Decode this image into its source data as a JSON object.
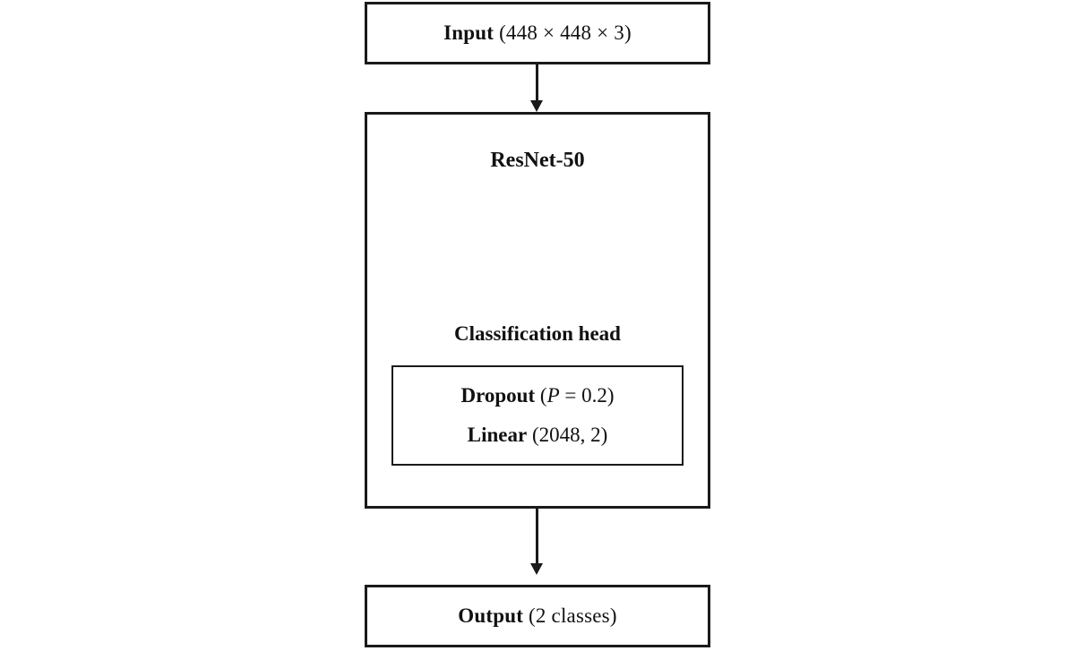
{
  "diagram": {
    "background_color": "#ffffff",
    "line_color": "#1a1a1a",
    "input_box": {
      "bold": "Input",
      "rest": " (448 × 448 × 3)"
    },
    "resnet_box": {
      "title": "ResNet-50",
      "head_label": "Classification head"
    },
    "classification_head_box": {
      "dropout": {
        "bold": "Dropout",
        "pre": " (",
        "italic": "P",
        "post": " = 0.2)"
      },
      "linear": {
        "bold": "Linear",
        "rest": " (2048, 2)"
      }
    },
    "output_box": {
      "bold": "Output",
      "rest": " (2 classes)"
    }
  }
}
